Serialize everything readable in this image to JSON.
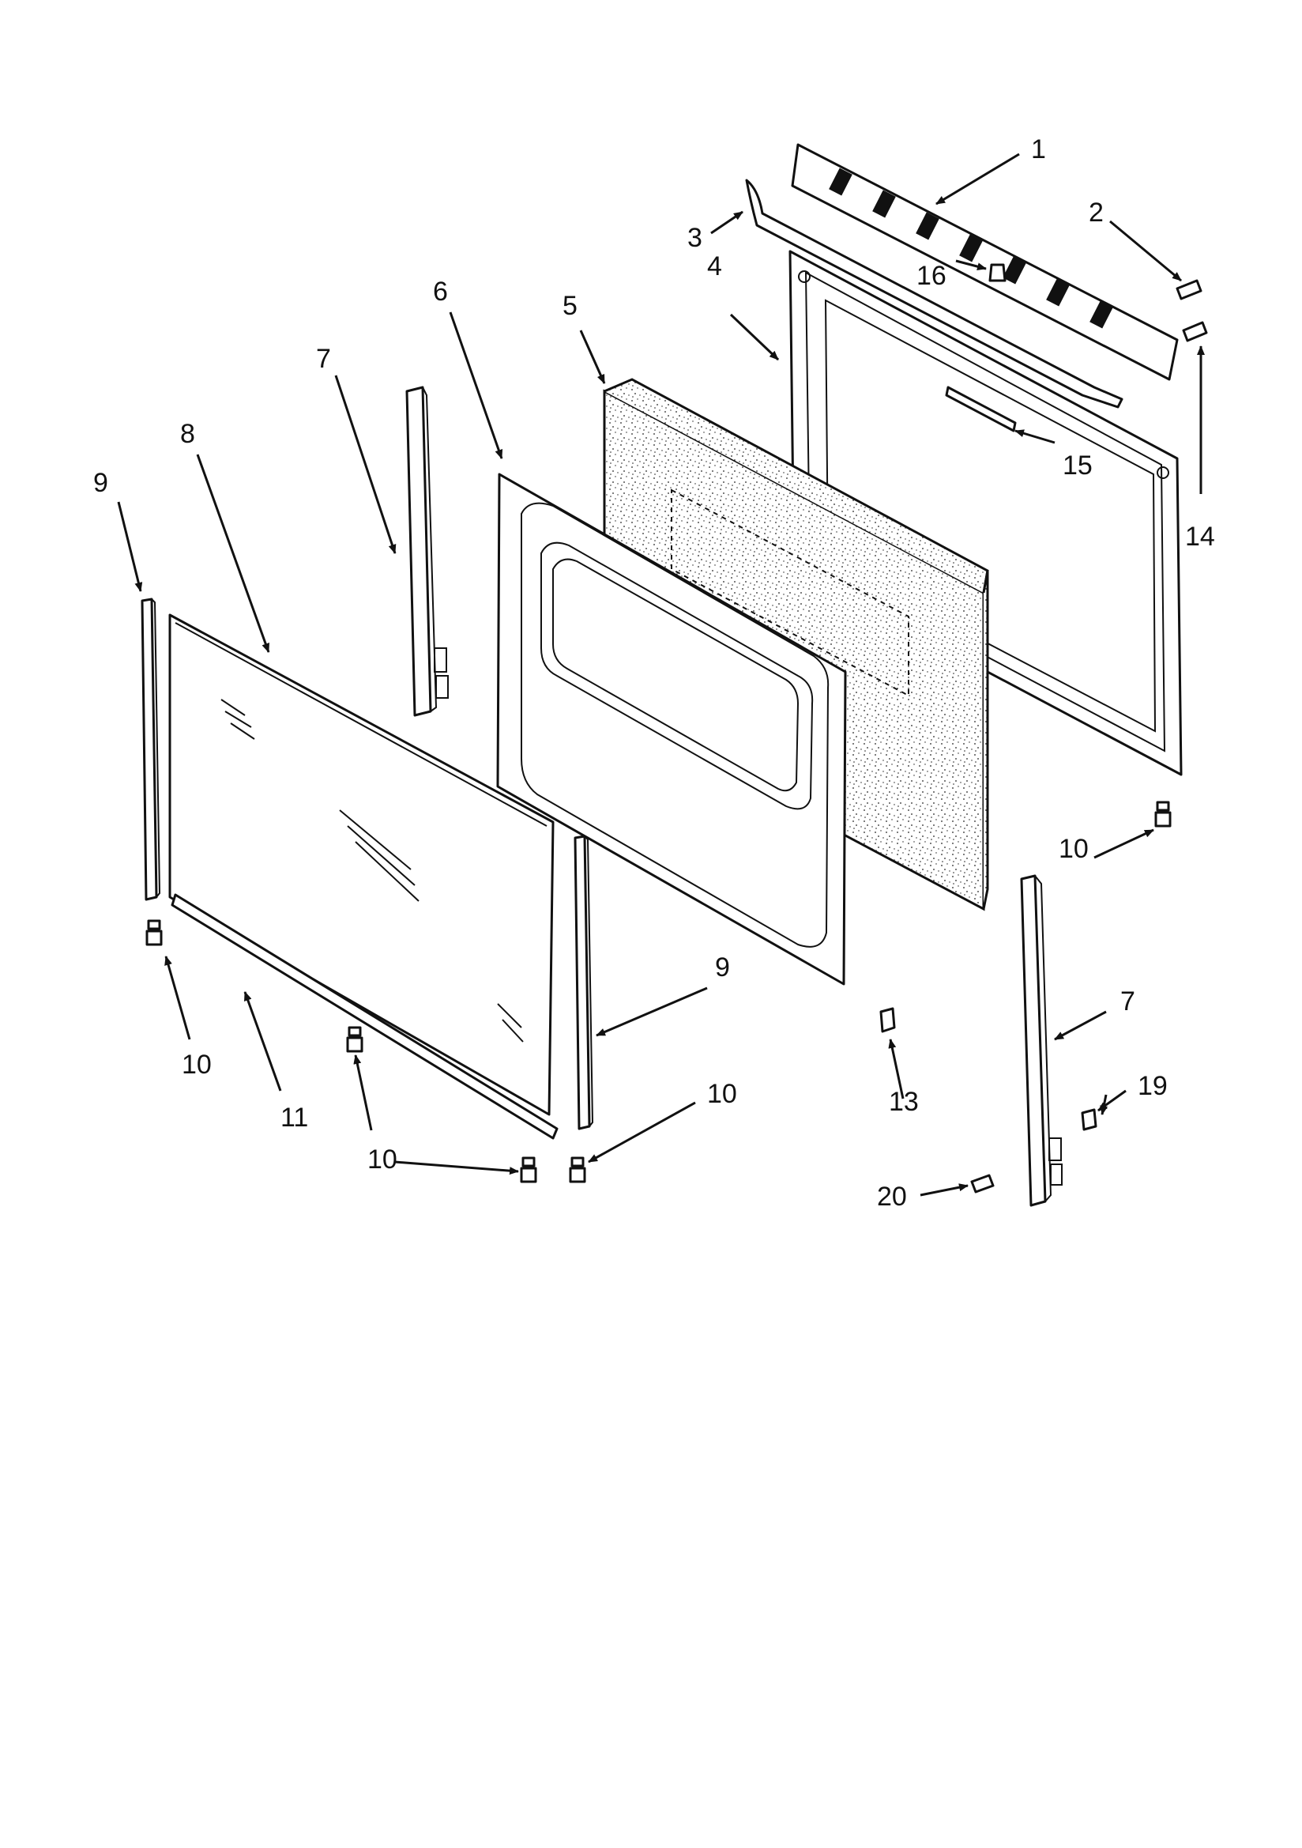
{
  "callouts": [
    {
      "id": "c1",
      "label": "1"
    },
    {
      "id": "c2",
      "label": "2"
    },
    {
      "id": "c3",
      "label": "3"
    },
    {
      "id": "c4",
      "label": "4"
    },
    {
      "id": "c5",
      "label": "5"
    },
    {
      "id": "c6",
      "label": "6"
    },
    {
      "id": "c7a",
      "label": "7"
    },
    {
      "id": "c7b",
      "label": "7"
    },
    {
      "id": "c8",
      "label": "8"
    },
    {
      "id": "c9a",
      "label": "9"
    },
    {
      "id": "c9b",
      "label": "9"
    },
    {
      "id": "c10a",
      "label": "10"
    },
    {
      "id": "c10b",
      "label": "10"
    },
    {
      "id": "c10c",
      "label": "10"
    },
    {
      "id": "c10d",
      "label": "10"
    },
    {
      "id": "c11",
      "label": "11"
    },
    {
      "id": "c13",
      "label": "13"
    },
    {
      "id": "c14",
      "label": "14"
    },
    {
      "id": "c15",
      "label": "15"
    },
    {
      "id": "c16",
      "label": "16"
    },
    {
      "id": "c19",
      "label": "19"
    },
    {
      "id": "c20",
      "label": "20"
    }
  ]
}
